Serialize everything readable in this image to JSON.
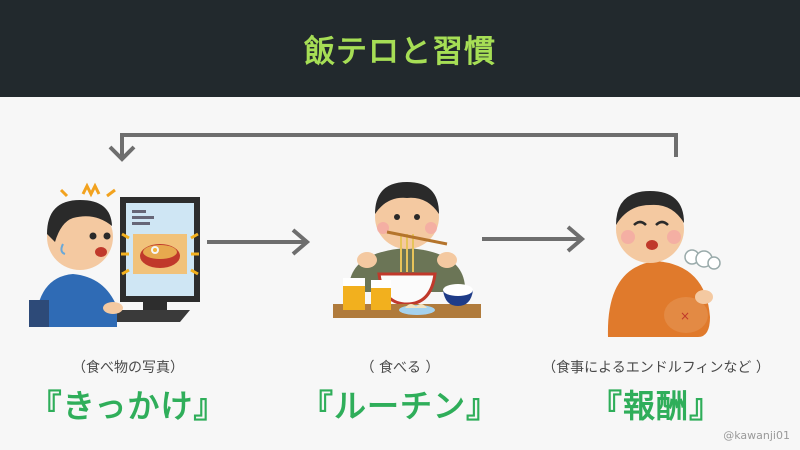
{
  "header": {
    "title": "飯テロと習慣"
  },
  "steps": [
    {
      "caption": "（食べ物の写真）",
      "label": "『きっかけ』",
      "icon": "person-viewing-food-photo-icon"
    },
    {
      "caption": "（ 食べる ）",
      "label": "『ルーチン』",
      "icon": "person-eating-ramen-icon"
    },
    {
      "caption": "（食事によるエンドルフィンなど ）",
      "label": "『報酬』",
      "icon": "satisfied-full-person-icon"
    }
  ],
  "credit": "@kawanji01",
  "colors": {
    "header_bg": "#22292d",
    "title": "#a6de55",
    "label": "#2fae5a",
    "arrow": "#6e6e6e"
  }
}
